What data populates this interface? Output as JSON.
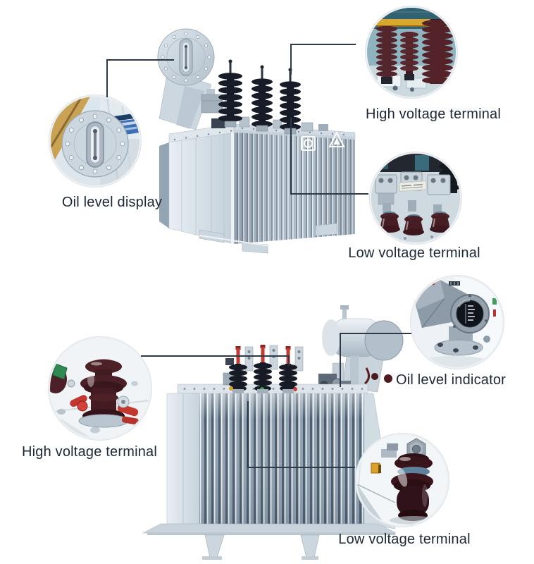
{
  "image": {
    "kind": "annotated-transformer-product-photos",
    "background": "#ffffff"
  },
  "colors": {
    "label_text": "#1d2836",
    "callout_line": "#2d3946",
    "tank_panel": "#d5dee6",
    "fin_dark": "#4d5d6e",
    "fin_light": "#eef3f6",
    "bushing_black": "#161b26",
    "ceramic_maroon": "#4a2027",
    "clamp_red": "#c4372e",
    "accent_yellow": "#d8a428",
    "accent_green": "#3f9e54",
    "factory_teal": "#2f6272",
    "crane_yellow": "#d9a72c"
  },
  "sections": {
    "top": {
      "callouts": {
        "oil_level_display": {
          "label": "Oil level display"
        },
        "high_voltage_terminal": {
          "label": "High voltage terminal"
        },
        "low_voltage_terminal": {
          "label": "Low voltage terminal"
        }
      }
    },
    "bottom": {
      "callouts": {
        "high_voltage_terminal": {
          "label": "High voltage terminal"
        },
        "oil_level_indicator": {
          "label": "Oil level indicator"
        },
        "low_voltage_terminal": {
          "label": "Low voltage terminal"
        }
      }
    }
  }
}
